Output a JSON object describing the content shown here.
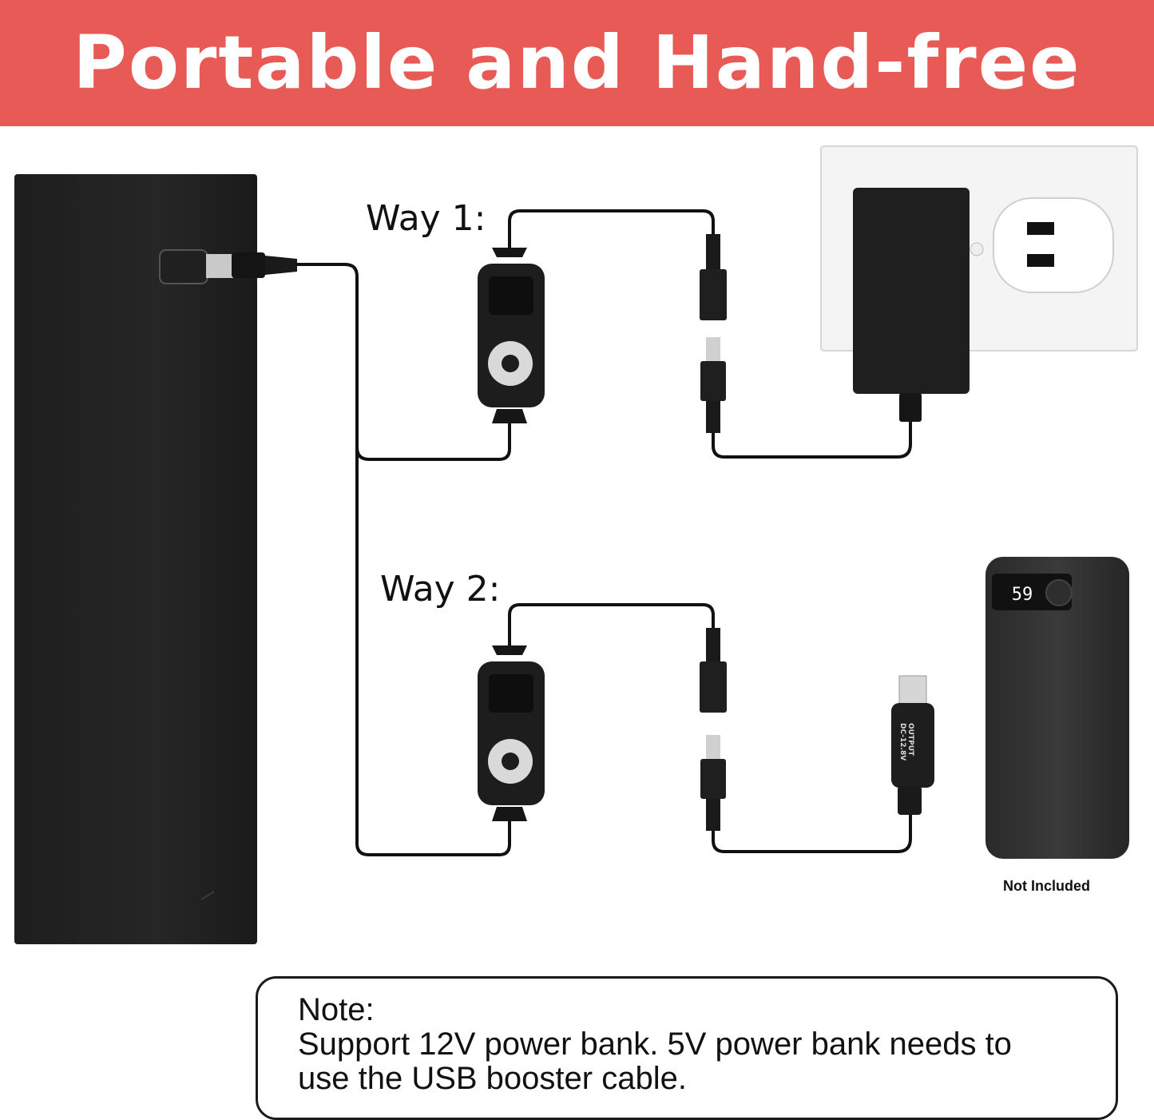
{
  "header": {
    "title": "Portable and Hand-free"
  },
  "ways": [
    {
      "label": "Way 1:"
    },
    {
      "label": "Way 2:"
    }
  ],
  "power_bank": {
    "display": "59",
    "caption": "Not Included"
  },
  "usb_cable": {
    "print_line1": "OUTPUT",
    "print_line2": "DC-12.8V"
  },
  "note": {
    "heading": "Note:",
    "line1": "Support 12V power bank. 5V power bank needs to",
    "line2": "use the USB booster cable."
  },
  "colors": {
    "banner": "#e85a55",
    "device": "#1b1b1b",
    "cable": "#111111"
  }
}
